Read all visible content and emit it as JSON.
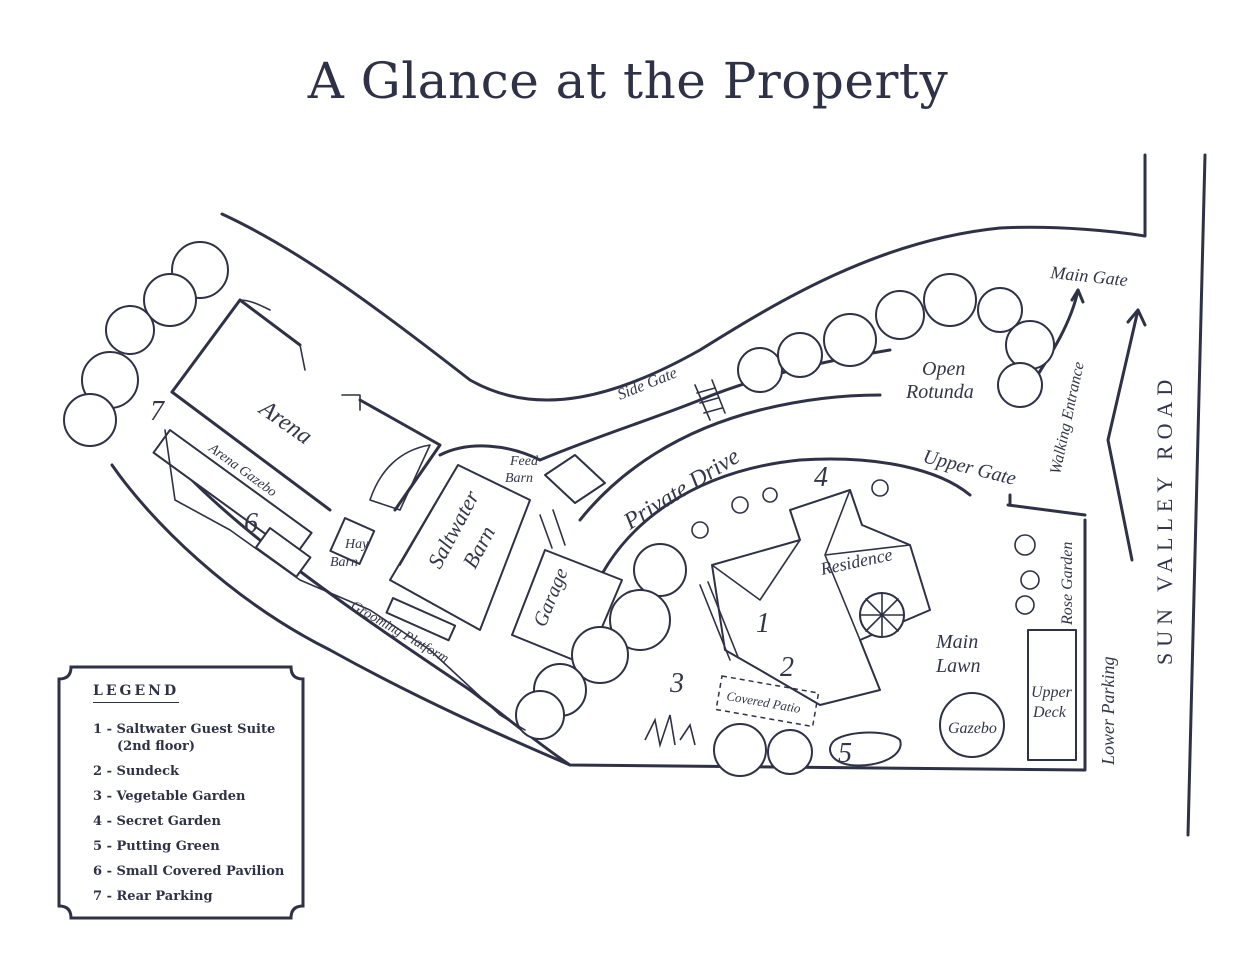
{
  "title": "A Glance at the Property",
  "labels": {
    "arena": "Arena",
    "arena_gazebo": "Arena Gazebo",
    "hay_barn_1": "Hay",
    "hay_barn_2": "Barn",
    "saltwater_barn_1": "Saltwater",
    "saltwater_barn_2": "Barn",
    "feed_barn_1": "Feed",
    "feed_barn_2": "Barn",
    "garage": "Garage",
    "grooming_platform": "Grooming Platform",
    "side_gate": "Side Gate",
    "private_drive": "Private Drive",
    "open_rotunda_1": "Open",
    "open_rotunda_2": "Rotunda",
    "main_gate": "Main Gate",
    "walking_entrance": "Walking Entrance",
    "upper_gate": "Upper Gate",
    "residence": "Residence",
    "main_lawn_1": "Main",
    "main_lawn_2": "Lawn",
    "gazebo": "Gazebo",
    "covered_patio": "Covered Patio",
    "rose_garden": "Rose Garden",
    "upper_deck_1": "Upper",
    "upper_deck_2": "Deck",
    "lower_parking": "Lower Parking",
    "road": "SUN VALLEY ROAD"
  },
  "markers": {
    "m1": "1",
    "m2": "2",
    "m3": "3",
    "m4": "4",
    "m5": "5",
    "m6": "6",
    "m7": "7"
  },
  "legend": {
    "title": "LEGEND",
    "items": [
      "1 - Saltwater Guest Suite",
      "(2nd floor)",
      "2 - Sundeck",
      "3 - Vegetable Garden",
      "4 - Secret Garden",
      "5 - Putting Green",
      "6 - Small Covered Pavilion",
      "7 - Rear Parking"
    ]
  }
}
